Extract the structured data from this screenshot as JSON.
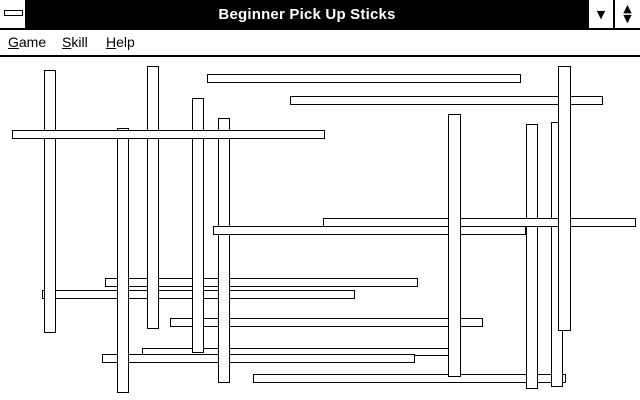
{
  "window": {
    "title": "Beginner Pick Up Sticks",
    "buttons": {
      "minimize_icon": "down-triangle-icon",
      "maximize_icon": "up-down-triangle-icon"
    }
  },
  "menubar": {
    "items": [
      {
        "label": "Game",
        "mnemonic": "G"
      },
      {
        "label": "Skill",
        "mnemonic": "S"
      },
      {
        "label": "Help",
        "mnemonic": "H"
      }
    ]
  },
  "game": {
    "colors": {
      "stick_fill": "#ffffff",
      "stick_outline": "#000000",
      "title_bar": "#000000"
    }
  }
}
